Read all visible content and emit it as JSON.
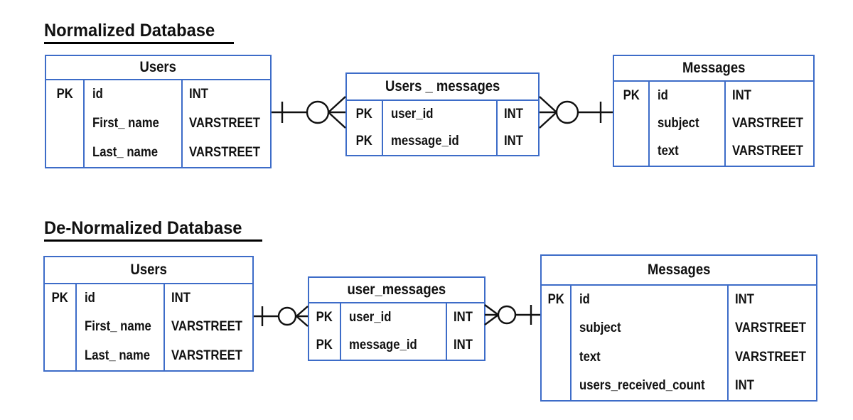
{
  "colors": {
    "background": "#ffffff",
    "table_border": "#3d6cc8",
    "text": "#111111",
    "connector": "#111111"
  },
  "sections": [
    {
      "title": "Normalized Database",
      "tables": [
        {
          "name": "Users",
          "rows": [
            {
              "pk": "PK",
              "field": "id",
              "type": "INT"
            },
            {
              "pk": "",
              "field": "First_ name",
              "type": "VARSTREET"
            },
            {
              "pk": "",
              "field": "Last_ name",
              "type": "VARSTREET"
            }
          ]
        },
        {
          "name": "Users _ messages",
          "rows": [
            {
              "pk": "PK",
              "field": "user_id",
              "type": "INT"
            },
            {
              "pk": "PK",
              "field": "message_id",
              "type": "INT"
            }
          ]
        },
        {
          "name": "Messages",
          "rows": [
            {
              "pk": "PK",
              "field": "id",
              "type": "INT"
            },
            {
              "pk": "",
              "field": "subject",
              "type": "VARSTREET"
            },
            {
              "pk": "",
              "field": "text",
              "type": "VARSTREET"
            }
          ]
        }
      ],
      "relationships": [
        {
          "from": "Users",
          "to": "Users _ messages",
          "from_end": "one",
          "to_end": "zero-or-many"
        },
        {
          "from": "Messages",
          "to": "Users _ messages",
          "from_end": "one",
          "to_end": "zero-or-many"
        }
      ]
    },
    {
      "title": "De-Normalized Database",
      "tables": [
        {
          "name": "Users",
          "rows": [
            {
              "pk": "PK",
              "field": "id",
              "type": "INT"
            },
            {
              "pk": "",
              "field": "First_ name",
              "type": "VARSTREET"
            },
            {
              "pk": "",
              "field": "Last_ name",
              "type": "VARSTREET"
            }
          ]
        },
        {
          "name": "user_messages",
          "rows": [
            {
              "pk": "PK",
              "field": "user_id",
              "type": "INT"
            },
            {
              "pk": "PK",
              "field": "message_id",
              "type": "INT"
            }
          ]
        },
        {
          "name": "Messages",
          "rows": [
            {
              "pk": "PK",
              "field": "id",
              "type": "INT"
            },
            {
              "pk": "",
              "field": "subject",
              "type": "VARSTREET"
            },
            {
              "pk": "",
              "field": "text",
              "type": "VARSTREET"
            },
            {
              "pk": "",
              "field": "users_received_count",
              "type": "INT"
            }
          ]
        }
      ],
      "relationships": [
        {
          "from": "Users",
          "to": "user_messages",
          "from_end": "one",
          "to_end": "zero-or-many"
        },
        {
          "from": "Messages",
          "to": "user_messages",
          "from_end": "one",
          "to_end": "zero-or-many"
        }
      ]
    }
  ]
}
